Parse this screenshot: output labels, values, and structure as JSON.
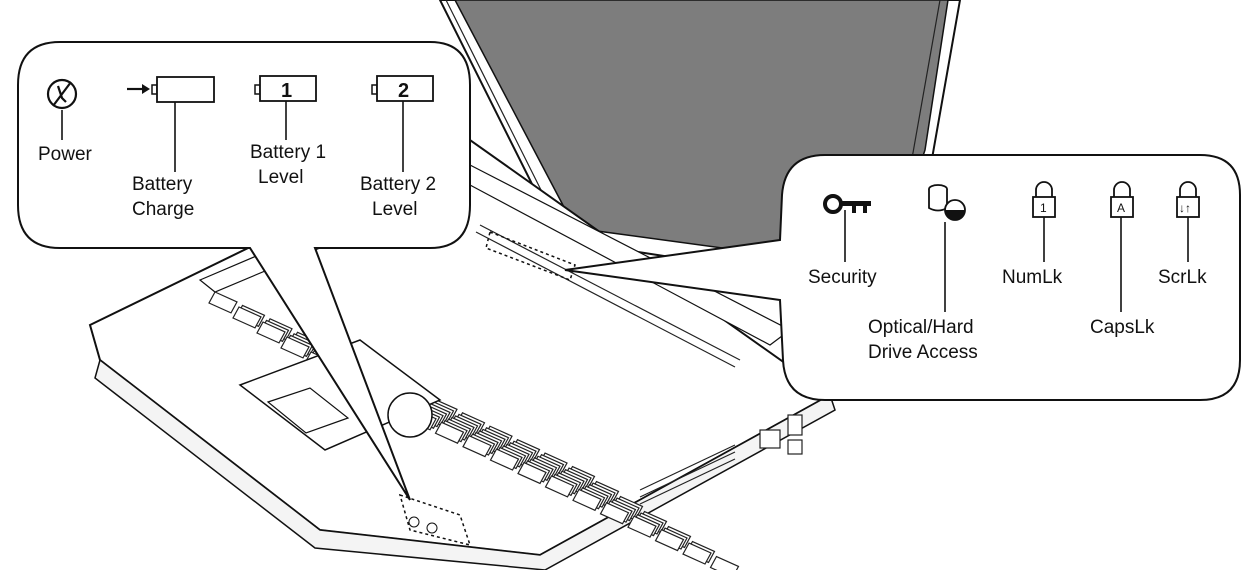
{
  "left_callout": {
    "power_label": "Power",
    "battery_charge_label": [
      "Battery",
      "Charge"
    ],
    "battery1_number": "1",
    "battery1_label": [
      "Battery 1",
      "Level"
    ],
    "battery2_number": "2",
    "battery2_label": [
      "Battery 2",
      "Level"
    ]
  },
  "right_callout": {
    "security_label": "Security",
    "drive_label": [
      "Optical/Hard",
      "Drive Access"
    ],
    "numlk_glyph": "1",
    "numlk_label": "NumLk",
    "capslk_glyph": "A",
    "capslk_label": "CapsLk",
    "scrlk_glyph": "↓↑",
    "scrlk_label": "ScrLk"
  },
  "icons": [
    "power-icon",
    "battery-charge-icon",
    "battery-1-icon",
    "battery-2-icon",
    "security-key-icon",
    "drive-access-icon",
    "num-lock-icon",
    "caps-lock-icon",
    "scroll-lock-icon"
  ]
}
